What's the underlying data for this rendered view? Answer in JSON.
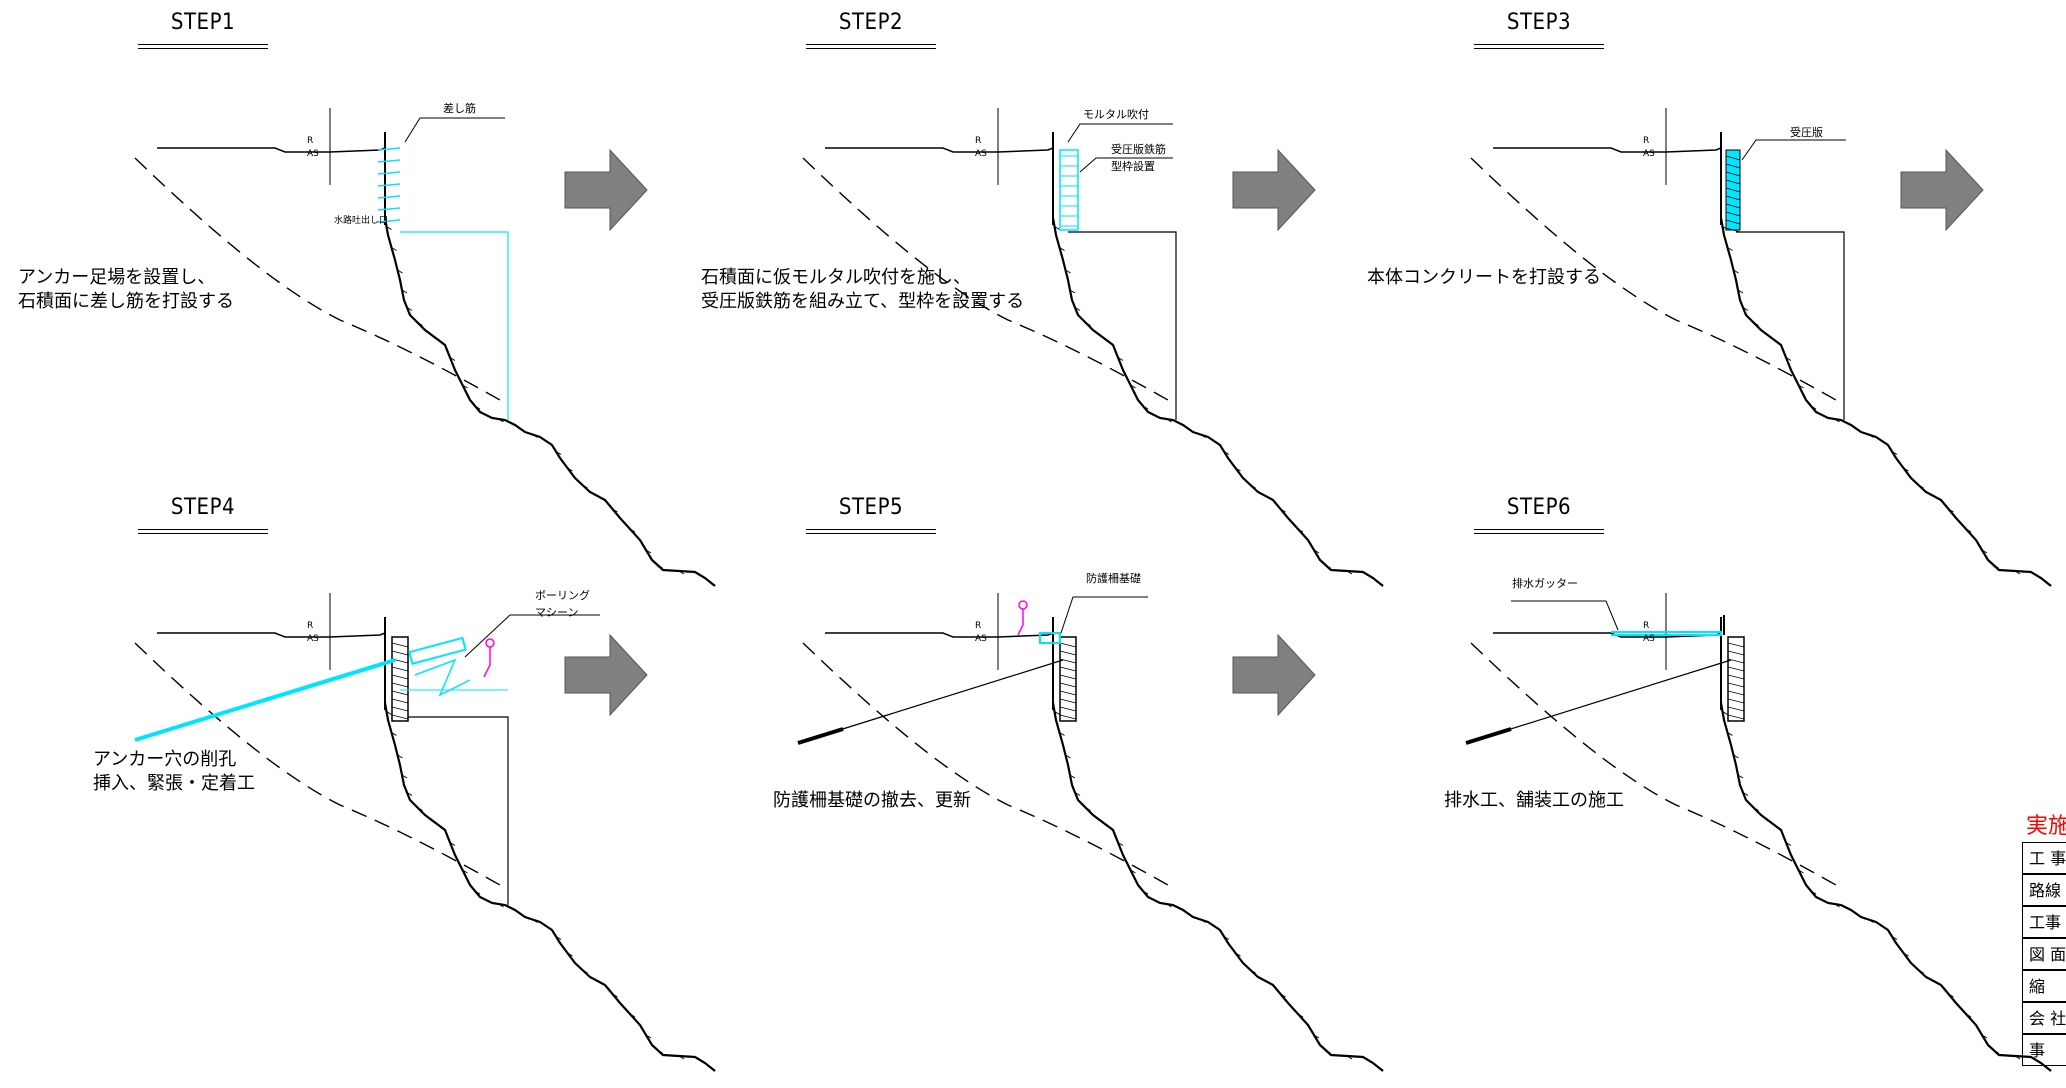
{
  "colors": {
    "line": "#000000",
    "cyan": "#00e5ff",
    "magenta": "#ff00ff",
    "arrow": "#808080",
    "heading_red": "#ff0000"
  },
  "steps": [
    {
      "title": "STEP1",
      "caption_lines": [
        "アンカー足場を設置し、",
        "石積面に差し筋を打設する"
      ],
      "labels": {
        "sashikin": "差し筋",
        "suiro": "水路吐出し口",
        "r": "R",
        "as": "AS"
      }
    },
    {
      "title": "STEP2",
      "caption_lines": [
        "石積面に仮モルタル吹付を施し、",
        "受圧版鉄筋を組み立て、型枠を設置する"
      ],
      "labels": {
        "mortar": "モルタル吹付",
        "rebar1": "受圧版鉄筋",
        "rebar2": "型枠設置",
        "r": "R",
        "as": "AS"
      }
    },
    {
      "title": "STEP3",
      "caption_lines": [
        "本体コンクリートを打設する"
      ],
      "labels": {
        "plate": "受圧版",
        "r": "R",
        "as": "AS"
      }
    },
    {
      "title": "STEP4",
      "caption_lines": [
        "アンカー穴の削孔",
        "挿入、緊張・定着工"
      ],
      "labels": {
        "boring1": "ボーリング",
        "boring2": "マシーン",
        "r": "R",
        "as": "AS"
      }
    },
    {
      "title": "STEP5",
      "caption_lines": [
        "防護柵基礎の撤去、更新"
      ],
      "labels": {
        "guard": "防護柵基礎",
        "r": "R",
        "as": "AS"
      }
    },
    {
      "title": "STEP6",
      "caption_lines": [
        "排水工、舗装工の施工"
      ],
      "labels": {
        "gutter": "排水ガッター",
        "r": "R",
        "as": "AS"
      }
    }
  ],
  "title_block": {
    "heading": "実施",
    "rows": [
      "工 事",
      "路線",
      "工事",
      "図 面",
      "縮",
      "会 社",
      "事"
    ]
  }
}
